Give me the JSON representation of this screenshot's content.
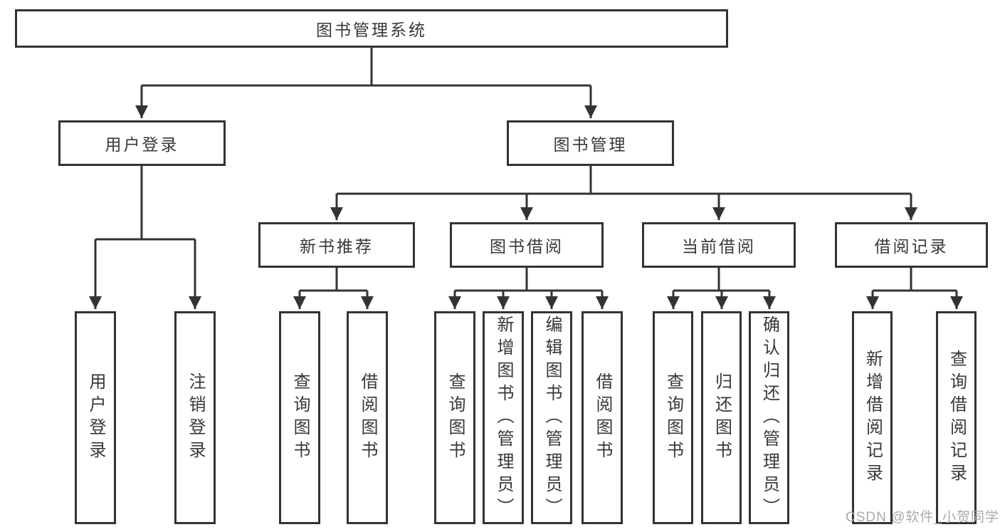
{
  "tree": {
    "root": {
      "label": "图书管理系统"
    },
    "branches": [
      {
        "label": "用户登录",
        "children": [
          {
            "label": "用户登录"
          },
          {
            "label": "注销登录"
          }
        ]
      },
      {
        "label": "图书管理",
        "children": [
          {
            "label": "新书推荐",
            "children": [
              {
                "label": "查询图书"
              },
              {
                "label": "借阅图书"
              }
            ]
          },
          {
            "label": "图书借阅",
            "children": [
              {
                "label": "查询图书"
              },
              {
                "label": "新增图书（管理员）"
              },
              {
                "label": "编辑图书（管理员）"
              },
              {
                "label": "借阅图书"
              }
            ]
          },
          {
            "label": "当前借阅",
            "children": [
              {
                "label": "查询图书"
              },
              {
                "label": "归还图书"
              },
              {
                "label": "确认归还（管理员）"
              }
            ]
          },
          {
            "label": "借阅记录",
            "children": [
              {
                "label": "新增借阅记录"
              },
              {
                "label": "查询借阅记录"
              }
            ]
          }
        ]
      }
    ]
  },
  "watermark": {
    "text": "CSDN @软件_小贺同学"
  },
  "colors": {
    "line": "#333333",
    "text": "#383838",
    "watermark": "#a9a9a9",
    "background": "#ffffff"
  }
}
